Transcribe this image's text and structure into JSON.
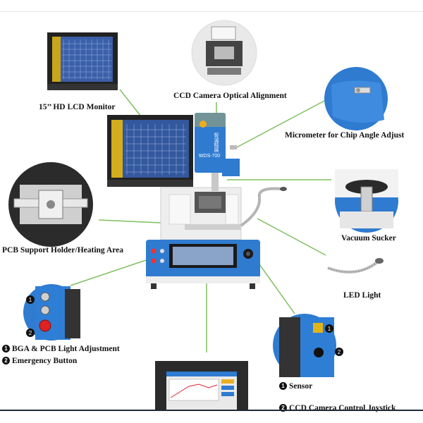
{
  "labels": {
    "monitor": "15’’ HD LCD Monitor",
    "ccd_alignment": "CCD Camera Optical Alignment",
    "micrometer": "Micrometer for Chip Angle Adjust",
    "vacuum": "Vacuum Sucker",
    "led": "LED Light",
    "pcb_support": "PCB Support Holder/Heating Area",
    "bga_light": "BGA & PCB Light Adjustment",
    "emergency": "Emergency Button",
    "sensor": "Sensor",
    "joystick": "CCD Camera Control Joystick"
  },
  "badges": {
    "one": "1",
    "two": "2"
  },
  "machine_text": {
    "model": "WDS-700",
    "brand": "智诚精展"
  },
  "colors": {
    "machine_blue": "#2f7bd0",
    "line_green": "#7fbf5f",
    "machine_white": "#eeeeee",
    "monitor_yellow": "#e8c21b"
  }
}
